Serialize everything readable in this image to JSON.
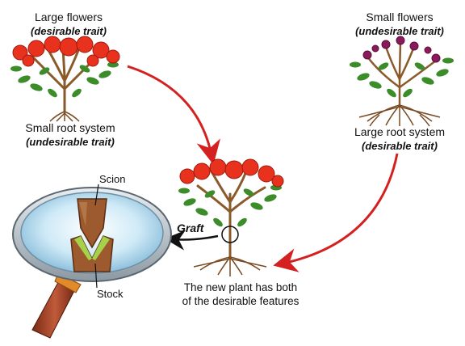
{
  "labels": {
    "plant_a_top": {
      "title": "Large flowers",
      "note": "(desirable trait)"
    },
    "plant_a_bottom": {
      "title": "Small root system",
      "note": "(undesirable trait)"
    },
    "plant_b_top": {
      "title": "Small flowers",
      "note": "(undesirable trait)"
    },
    "plant_b_bottom": {
      "title": "Large root system",
      "note": "(desirable trait)"
    },
    "scion": "Scion",
    "stock": "Stock",
    "graft": "Graft",
    "caption_line1": "The new plant has both",
    "caption_line2": "of the desirable features"
  },
  "colors": {
    "arrow_red": "#d42020",
    "large_flower_red": "#e8321e",
    "small_flower_purple": "#8a1a5c",
    "leaf_green": "#3c8c2a",
    "stem_brown": "#8a5a2b",
    "lens_blue": "#bfe4f5",
    "handle_orange": "#d96a2c"
  }
}
